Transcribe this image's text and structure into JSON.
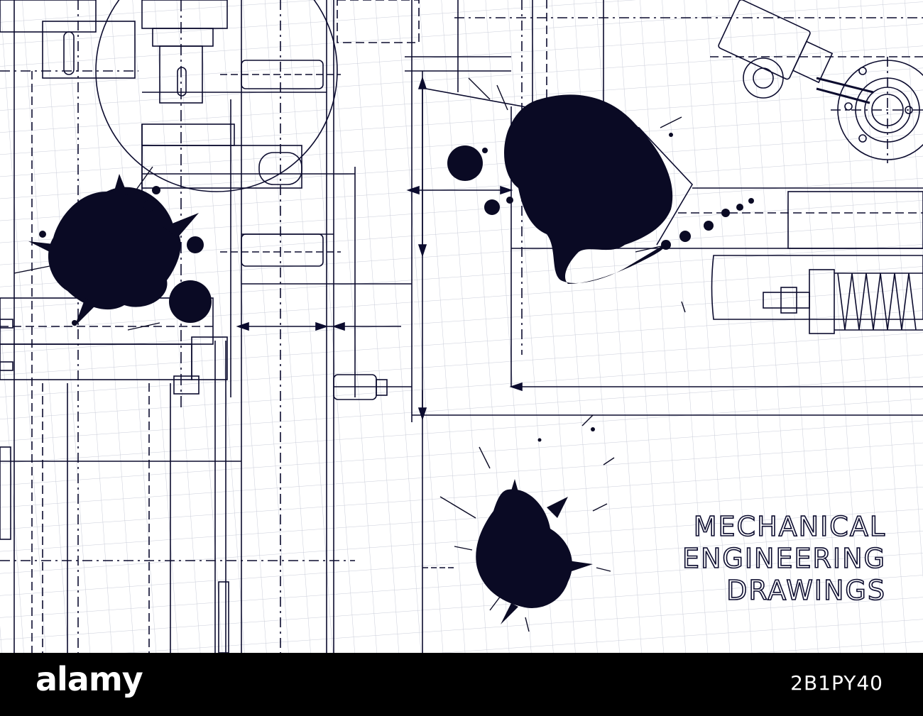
{
  "title": {
    "lines": [
      "MECHANICAL",
      "ENGINEERING",
      "DRAWINGS"
    ]
  },
  "watermark": {
    "logo": "alamy",
    "image_id": "2B1PY40"
  },
  "colors": {
    "ink": "#0b0b2e",
    "grid": "#c9ccd8",
    "background": "#ffffff",
    "bar": "#000000"
  }
}
